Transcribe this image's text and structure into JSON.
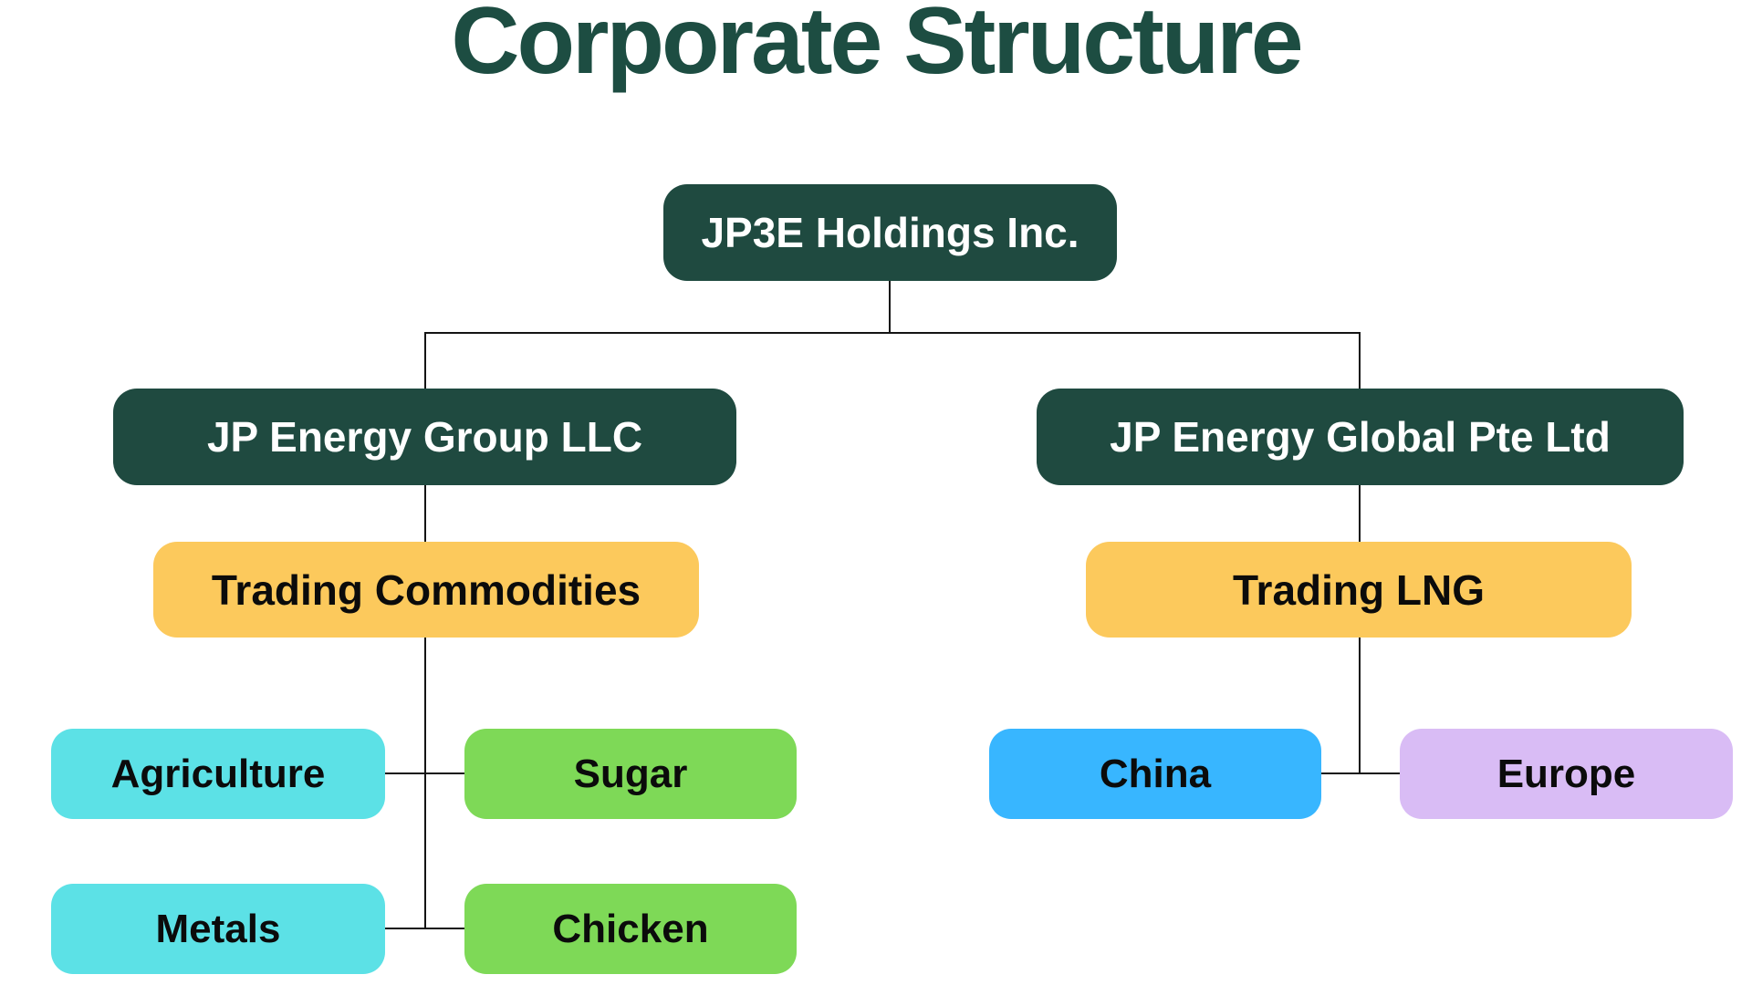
{
  "title": "Corporate Structure",
  "colors": {
    "background": "#FFFFFF",
    "title_text": "#1D4D42",
    "node_teal": "#1F4A40",
    "node_yellow": "#FCC95C",
    "node_cyan": "#5CE1E6",
    "node_green": "#7ED957",
    "node_blue": "#38B6FF",
    "node_purple": "#D9BCF5",
    "node_text_dark": "#0B0B0B",
    "node_text_light": "#FFFFFF",
    "connector": "#141414"
  },
  "nodes": {
    "root": {
      "label": "JP3E Holdings Inc."
    },
    "group_llc": {
      "label": "JP Energy Group LLC"
    },
    "global_pte": {
      "label": "JP Energy Global Pte Ltd"
    },
    "trading_commodities": {
      "label": "Trading Commodities"
    },
    "trading_lng": {
      "label": "Trading LNG"
    },
    "agriculture": {
      "label": "Agriculture"
    },
    "sugar": {
      "label": "Sugar"
    },
    "metals": {
      "label": "Metals"
    },
    "chicken": {
      "label": "Chicken"
    },
    "china": {
      "label": "China"
    },
    "europe": {
      "label": "Europe"
    }
  }
}
